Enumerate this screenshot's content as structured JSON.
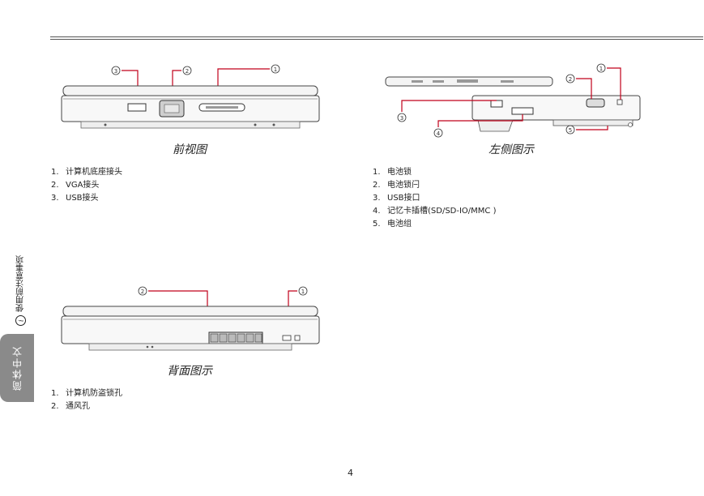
{
  "front": {
    "caption": "前视图",
    "items": [
      {
        "num": "1.",
        "text": "计算机底座接头"
      },
      {
        "num": "2.",
        "text": "VGA接头"
      },
      {
        "num": "3.",
        "text": "USB接头"
      }
    ],
    "callouts": [
      "3",
      "2",
      "1"
    ]
  },
  "left": {
    "caption": "左侧图示",
    "items": [
      {
        "num": "1.",
        "text": "电池锁"
      },
      {
        "num": "2.",
        "text": "电池锁闩"
      },
      {
        "num": "3.",
        "text": "USB接口"
      },
      {
        "num": "4.",
        "text": "记忆卡插槽(SD/SD-IO/MMC )"
      },
      {
        "num": "5.",
        "text": "电池组"
      }
    ],
    "callouts": [
      "1",
      "2",
      "3",
      "4",
      "5"
    ]
  },
  "back": {
    "caption": "背面图示",
    "items": [
      {
        "num": "1.",
        "text": "计算机防盗锁孔"
      },
      {
        "num": "2.",
        "text": "通风孔"
      }
    ],
    "callouts": [
      "2",
      "1"
    ]
  },
  "side": {
    "language_tab": "简体中文",
    "section_title": "使用前注意事项",
    "section_icon": "i"
  },
  "page_number": "4",
  "colors": {
    "callout_line": "#c0001a",
    "rule": "#555555",
    "tab": "#8a8a8a"
  }
}
